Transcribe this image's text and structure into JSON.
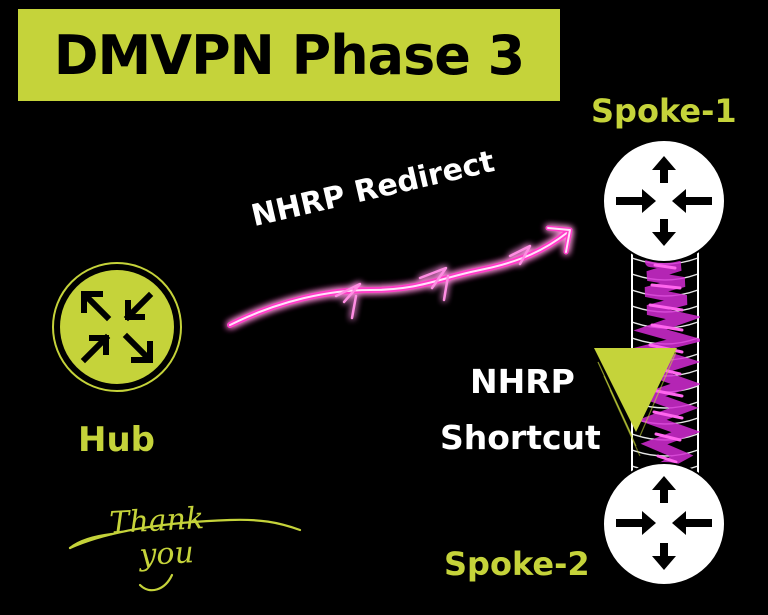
{
  "title": "DMVPN Phase 3",
  "nodes": {
    "hub": "Hub",
    "spoke1": "Spoke-1",
    "spoke2": "Spoke-2"
  },
  "labels": {
    "redirect": "NHRP Redirect",
    "shortcut_line1": "NHRP",
    "shortcut_line2": "Shortcut"
  },
  "signature": {
    "line1": "Thank",
    "line2": "you"
  },
  "colors": {
    "accent": "#c5d33a",
    "neon": "#ff3ec8",
    "tunnel": "#d42bd4",
    "background": "#000000"
  }
}
